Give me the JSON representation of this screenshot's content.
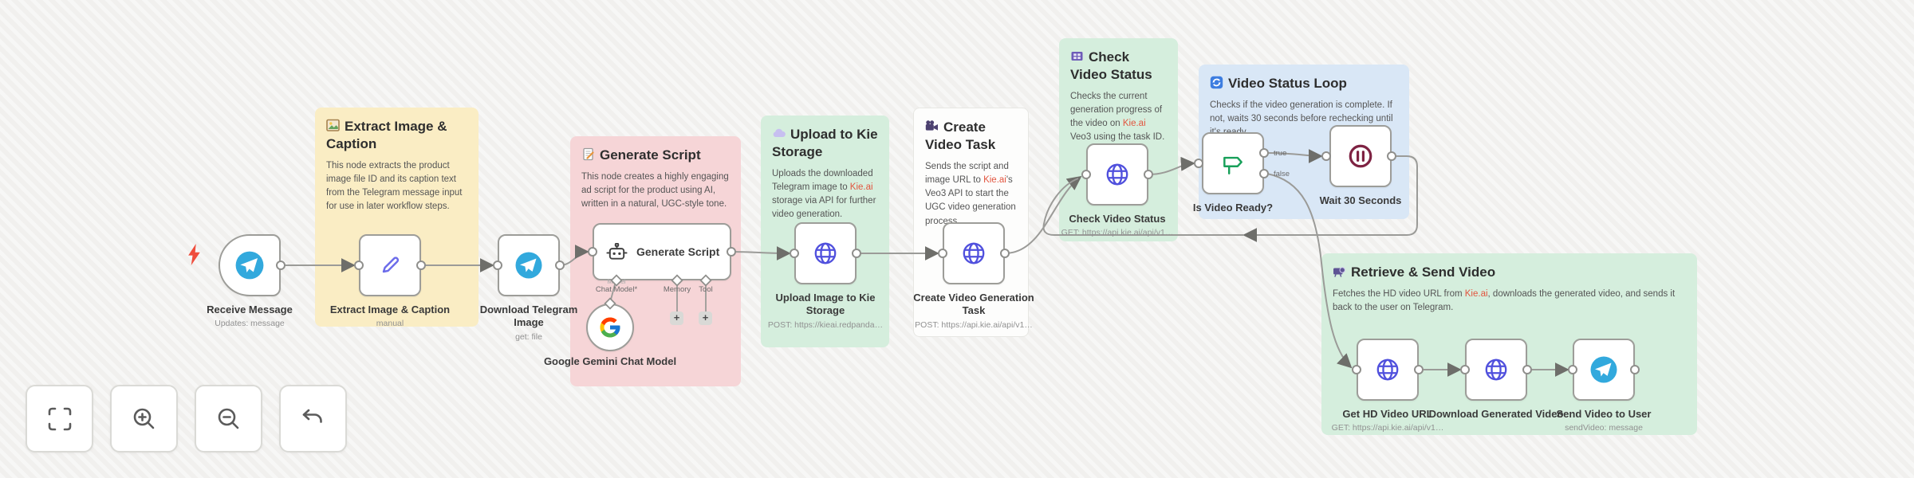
{
  "stickies": [
    {
      "id": "extract",
      "icon": "picture-frame-icon",
      "title": "Extract Image & Caption",
      "body_pre": "This node extracts the product image file ID and its caption text from the Telegram message input for use in later workflow steps."
    },
    {
      "id": "generate",
      "icon": "memo-pencil-icon",
      "title": "Generate Script",
      "body_pre": "This node creates a highly engaging ad script for the product using AI, written in a natural, UGC-style tone."
    },
    {
      "id": "upload",
      "icon": "cloud-icon",
      "title": "Upload to Kie Storage",
      "body_pre": "Uploads the downloaded Telegram image to ",
      "body_link": "Kie.ai",
      "body_post": " storage via API for further video generation."
    },
    {
      "id": "create",
      "icon": "movie-camera-icon",
      "title": "Create Video Task",
      "body_pre": "Sends the script and image URL to ",
      "body_link": "Kie.ai",
      "body_post": "'s Veo3 API to start the UGC video generation process."
    },
    {
      "id": "check",
      "icon": "film-frames-icon",
      "title": "Check Video Status",
      "body_pre": "Checks the current generation progress of the video on ",
      "body_link": "Kie.ai",
      "body_post": " Veo3 using the task ID."
    },
    {
      "id": "loop",
      "icon": "loop-arrows-icon",
      "title": "Video Status Loop",
      "body_pre": "Checks if the video generation is complete. If not, waits 30 seconds before rechecking until it's ready."
    },
    {
      "id": "retrieve",
      "icon": "film-projector-icon",
      "title": "Retrieve & Send Video",
      "body_pre": "Fetches the HD video URL from ",
      "body_link": "Kie.ai",
      "body_post": ", downloads the generated video, and sends it back to the user on Telegram."
    }
  ],
  "nodes": [
    {
      "id": "receive",
      "icon": "telegram-icon",
      "label": "Receive Message",
      "sub": "Updates: message"
    },
    {
      "id": "extract-fields",
      "icon": "pencil-icon",
      "label": "Extract Image & Caption",
      "sub": "manual"
    },
    {
      "id": "download-image",
      "icon": "telegram-icon",
      "label": "Download Telegram Image",
      "sub": "get: file"
    },
    {
      "id": "agent",
      "icon": "robot-icon",
      "label": "Generate Script"
    },
    {
      "id": "gemini",
      "icon": "google-icon",
      "label": "Google Gemini Chat Model"
    },
    {
      "id": "upload-image",
      "icon": "globe-icon",
      "label": "Upload Image to Kie Storage",
      "sub": "POST: https://kieai.redpanda…"
    },
    {
      "id": "create-task",
      "icon": "globe-icon",
      "label": "Create Video Generation Task",
      "sub": "POST: https://api.kie.ai/api/v1…"
    },
    {
      "id": "check-status",
      "icon": "globe-icon",
      "label": "Check Video Status",
      "sub": "GET: https://api.kie.ai/api/v1…"
    },
    {
      "id": "if-ready",
      "icon": "signpost-icon",
      "label": "Is Video Ready?"
    },
    {
      "id": "wait",
      "icon": "pause-icon",
      "label": "Wait 30 Seconds"
    },
    {
      "id": "get-hd",
      "icon": "globe-icon",
      "label": "Get HD Video URL",
      "sub": "GET: https://api.kie.ai/api/v1…"
    },
    {
      "id": "download-generated",
      "icon": "globe-icon",
      "label": "Download Generated Video"
    },
    {
      "id": "send-video",
      "icon": "telegram-icon",
      "label": "Send Video to User",
      "sub": "sendVideo: message"
    }
  ],
  "ports": {
    "true_label": "true",
    "false_label": "false",
    "model_hint": "Model",
    "chat_model": "Chat Model*",
    "memory": "Memory",
    "tool": "Tool",
    "add": "+"
  },
  "toolbar": {
    "buttons": [
      {
        "icon": "fit-view-icon"
      },
      {
        "icon": "zoom-in-icon"
      },
      {
        "icon": "zoom-out-icon"
      },
      {
        "icon": "undo-icon"
      }
    ]
  },
  "colors": {
    "canvas": "#f1f0ee",
    "sticky_yellow": "#faedc4",
    "sticky_pink": "#f6d5d7",
    "sticky_green": "#d5eedd",
    "sticky_blue": "#d9e7f6",
    "sticky_white": "#fdfdfc",
    "link_red": "#e2553f",
    "connector_gray": "#9b9b98",
    "node_border": "#9d9d99",
    "telegram_blue": "#32a9dd",
    "http_indigo": "#5050dd",
    "if_green": "#18a05a",
    "wait_maroon": "#7e2242",
    "trigger_bolt_red": "#ef4d3c"
  }
}
